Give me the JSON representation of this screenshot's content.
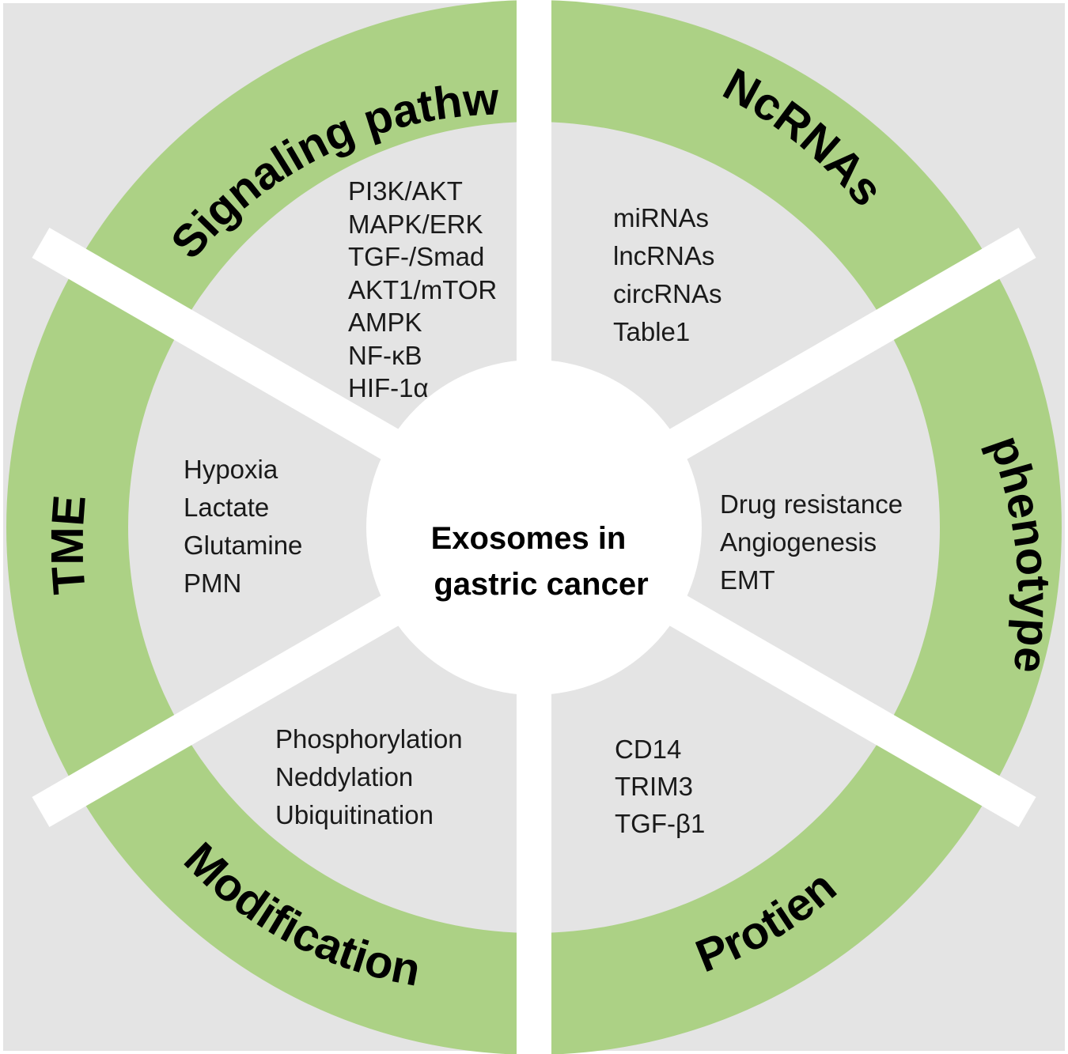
{
  "center": {
    "line1": "Exosomes in",
    "line2": "gastric cancer"
  },
  "sectors": {
    "signaling": {
      "title": "Signaling pathway",
      "items": [
        "PI3K/AKT",
        "MAPK/ERK",
        "TGF-/Smad",
        "AKT1/mTOR",
        "AMPK",
        "NF-κB",
        "HIF-1α"
      ]
    },
    "ncrnas": {
      "title": "NcRNAs",
      "items": [
        "miRNAs",
        "lncRNAs",
        "circRNAs",
        "Table1"
      ]
    },
    "phenotype": {
      "title": "phenotype",
      "items": [
        "Drug resistance",
        "Angiogenesis",
        "EMT"
      ]
    },
    "protein": {
      "title": "Protien",
      "items": [
        "CD14",
        "TRIM3",
        "TGF-β1"
      ]
    },
    "modification": {
      "title": "Modification",
      "items": [
        "Phosphorylation",
        "Neddylation",
        "Ubiquitination"
      ]
    },
    "tme": {
      "title": "TME",
      "items": [
        "Hypoxia",
        "Lactate",
        "Glutamine",
        "PMN"
      ]
    }
  },
  "colors": {
    "background": "#e4e4e4",
    "ring": "#acd185",
    "inner": "#e4e4e4",
    "divider": "#ffffff",
    "center": "#ffffff"
  }
}
